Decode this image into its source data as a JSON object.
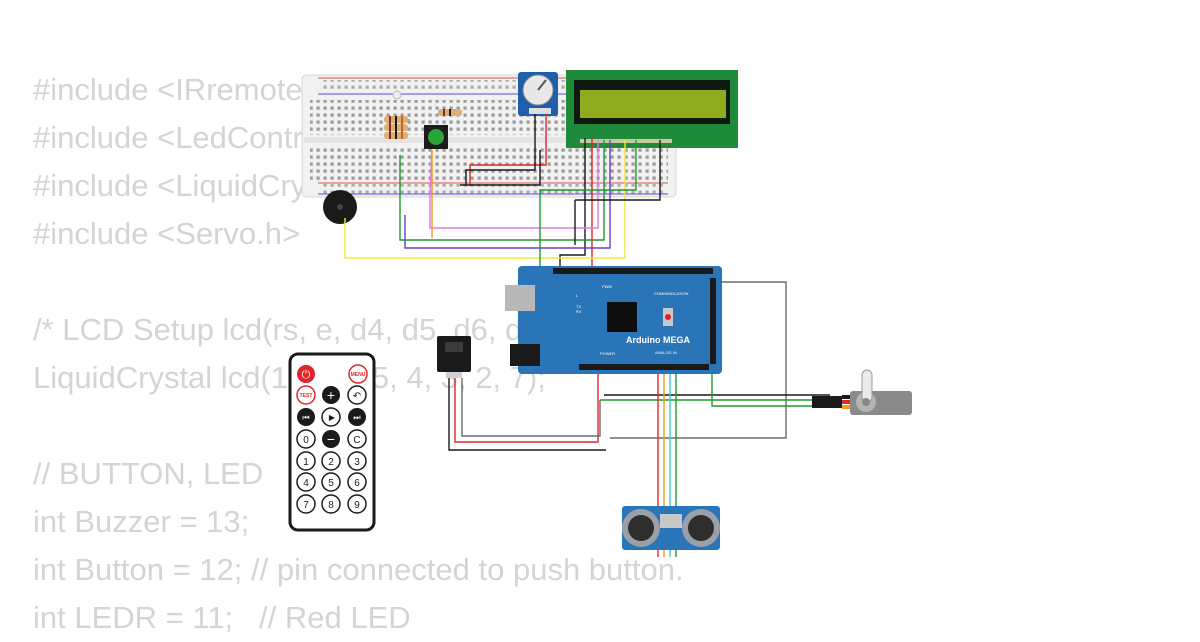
{
  "code_lines": [
    "#include <IRremote.h>",
    "#include <LedControl.h>",
    "#include <LiquidCrystal.h>",
    "#include <Servo.h>",
    "",
    "/* LCD Setup lcd(rs, e, d4, d5, d6, d7) */",
    "LiquidCrystal lcd(12, 11, 5, 4, 3, 2, 7);",
    "",
    "// BUTTON, LED",
    "int Buzzer = 13;",
    "int Button = 12; // pin connected to push button.",
    "int LEDR = 11;   // Red LED"
  ],
  "arduino": {
    "brand": "Arduino MEGA",
    "label_pwm": "PWM",
    "label_communication": "COMMUNICATION",
    "label_power": "POWER",
    "label_analog": "ANALOG IN",
    "label_tx": "TX",
    "label_rx": "RX",
    "label_l": "L"
  },
  "remote": {
    "power_label": "⏻",
    "menu_label": "MENU",
    "test_label": "TEST",
    "plus_label": "+",
    "back_label": "↶",
    "prev_label": "⏮",
    "play_label": "▶",
    "next_label": "⏭",
    "zero_label": "0",
    "minus_label": "−",
    "clear_label": "C",
    "digits": [
      "1",
      "2",
      "3",
      "4",
      "5",
      "6",
      "7",
      "8",
      "9"
    ]
  },
  "colors": {
    "board": "#2a74b8",
    "lcd_pcb": "#1e8a3a",
    "lcd_screen": "#8dab1c",
    "wire_red": "#e0262a",
    "wire_black": "#1a1a1a",
    "wire_green": "#1f9a2a",
    "wire_yellow": "#f2ea2f",
    "wire_blue": "#2e62d6",
    "wire_pink": "#e07be0",
    "wire_orange": "#f59b16",
    "wire_purple": "#6a3ccf",
    "wire_gray": "#6b6b6b",
    "wire_cyan": "#3fc7d6"
  }
}
